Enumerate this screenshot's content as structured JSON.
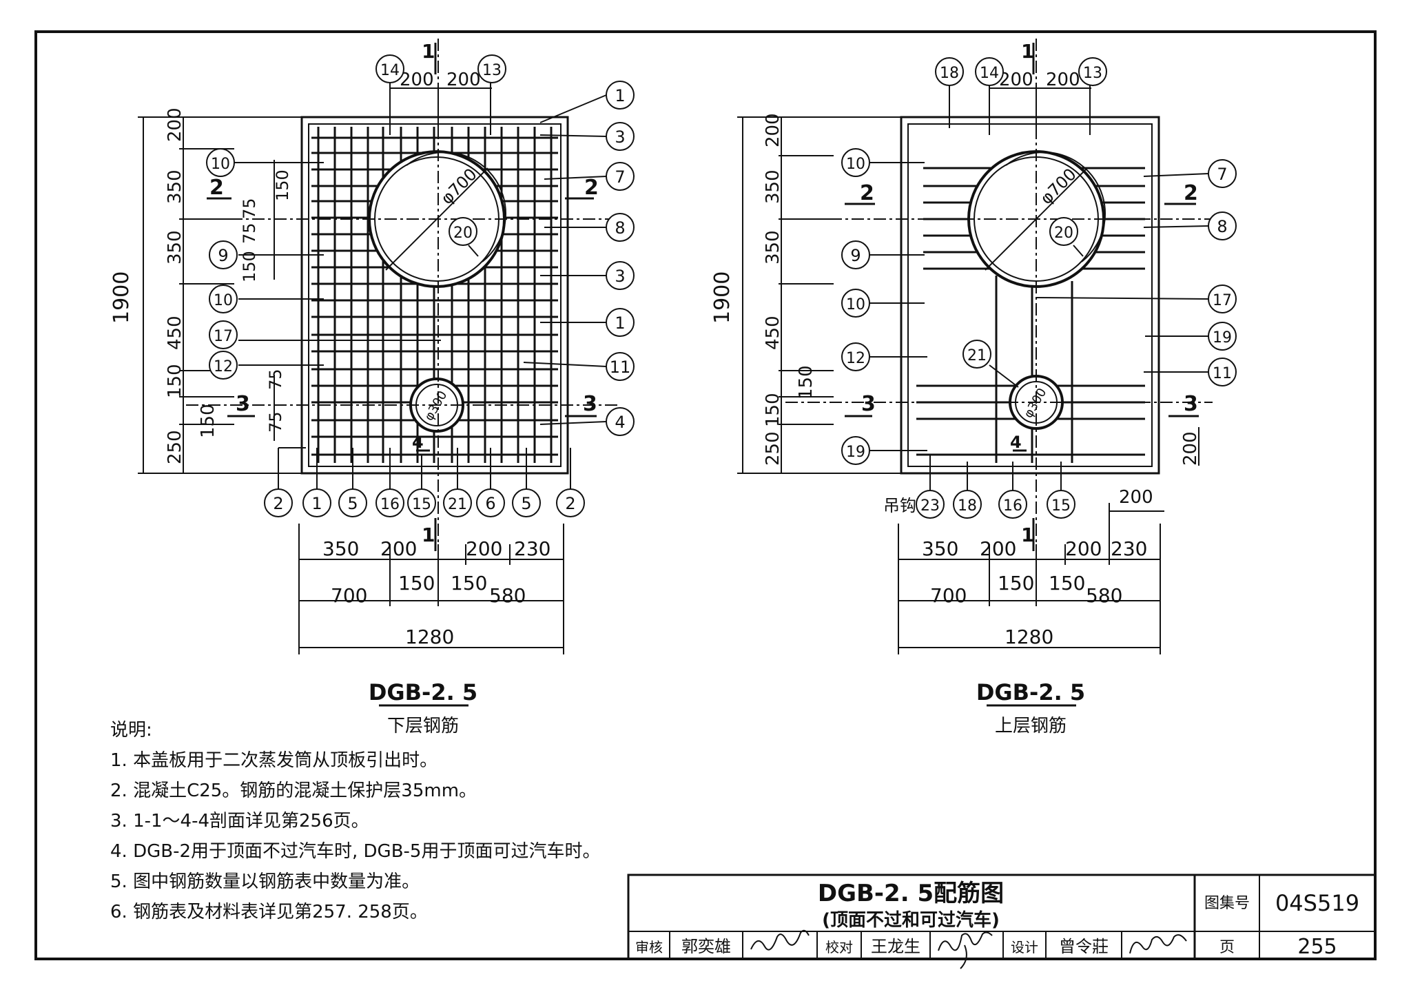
{
  "left_plan": {
    "title": "DGB-2. 5",
    "subtitle": "下层钢筋",
    "section_marks": [
      "1",
      "1",
      "2",
      "2",
      "3",
      "3",
      "4"
    ],
    "dims_top": [
      "200",
      "200"
    ],
    "dims_left": [
      "200",
      "350",
      "350",
      "450",
      "150",
      "150",
      "250",
      "1900"
    ],
    "dims_inner_left": [
      "150",
      "75",
      "75",
      "150",
      "75",
      "75",
      "150"
    ],
    "dims_bottom_row1": [
      "350",
      "200",
      "200",
      "230"
    ],
    "dims_bottom_row2": [
      "150",
      "150"
    ],
    "dims_bottom_row3": [
      "700",
      "580"
    ],
    "dims_total": "1280",
    "hole_large": "φ700",
    "hole_small": "φ300",
    "callouts_right": [
      "1",
      "3",
      "7",
      "8",
      "3",
      "1",
      "11",
      "4"
    ],
    "callouts_left": [
      "10",
      "9",
      "10",
      "17",
      "12"
    ],
    "callouts_top": [
      "14",
      "13"
    ],
    "callouts_inner": [
      "20"
    ],
    "callouts_bottom": [
      "2",
      "1",
      "5",
      "16",
      "15",
      "21",
      "6",
      "5",
      "2"
    ]
  },
  "right_plan": {
    "title": "DGB-2. 5",
    "subtitle": "上层钢筋",
    "section_marks": [
      "1",
      "1",
      "2",
      "2",
      "3",
      "3",
      "4"
    ],
    "dims_top": [
      "200",
      "200"
    ],
    "dims_left": [
      "200",
      "350",
      "350",
      "450",
      "150",
      "150",
      "250",
      "1900"
    ],
    "dims_right": "200",
    "dims_bottom_top": "200",
    "dims_bottom_row1": [
      "350",
      "200",
      "200",
      "230"
    ],
    "dims_bottom_row2": [
      "150",
      "150"
    ],
    "dims_bottom_row3": [
      "700",
      "580"
    ],
    "dims_total": "1280",
    "hole_large": "φ700",
    "hole_small": "φ300",
    "callouts_right": [
      "7",
      "8",
      "17",
      "19",
      "11"
    ],
    "callouts_left": [
      "10",
      "9",
      "10",
      "12",
      "19"
    ],
    "callouts_top": [
      "18",
      "14",
      "13"
    ],
    "callouts_inner": [
      "20",
      "21"
    ],
    "hook_label": "吊钩",
    "callouts_bottom": [
      "23",
      "18",
      "16",
      "15"
    ]
  },
  "notes": {
    "heading": "说明:",
    "items": [
      "1. 本盖板用于二次蒸发筒从顶板引出时。",
      "2. 混凝土C25。钢筋的混凝土保护层35mm。",
      "3. 1-1～4-4剖面详见第256页。",
      "4. DGB-2用于顶面不过汽车时, DGB-5用于顶面可过汽车时。",
      "5. 图中钢筋数量以钢筋表中数量为准。",
      "6. 钢筋表及材料表详见第257. 258页。"
    ]
  },
  "title_block": {
    "drawing_title": "DGB-2. 5配筋图",
    "drawing_subtitle": "(顶面不过和可过汽车)",
    "atlas_label": "图集号",
    "atlas_no": "04S519",
    "page_label": "页",
    "page_no": "255",
    "review_label": "审核",
    "reviewer": "郭奕雄",
    "check_label": "校对",
    "checker": "王龙生",
    "design_label": "设计",
    "designer": "曾令莊"
  }
}
